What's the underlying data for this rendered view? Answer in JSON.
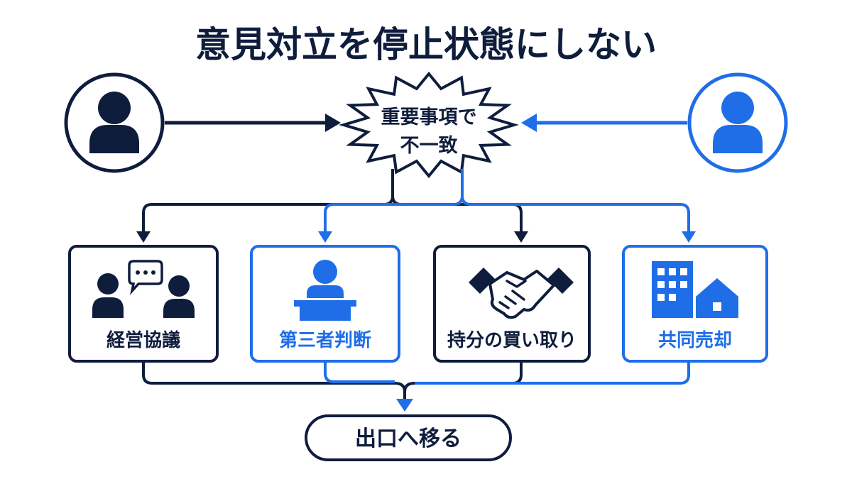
{
  "title": "意見対立を停止状態にしない",
  "conflict": {
    "line1": "重要事項で",
    "line2": "不一致"
  },
  "options": [
    {
      "label": "経営協議",
      "icon": "discussion-icon",
      "color": "#0f1d3d"
    },
    {
      "label": "第三者判断",
      "icon": "judge-icon",
      "color": "#1f6ee8"
    },
    {
      "label": "持分の買い取り",
      "icon": "handshake-icon",
      "color": "#0f1d3d"
    },
    {
      "label": "共同売却",
      "icon": "buildings-icon",
      "color": "#1f6ee8"
    }
  ],
  "exit": "出口へ移る",
  "colors": {
    "navy": "#0f1d3d",
    "blue": "#1f6ee8"
  }
}
